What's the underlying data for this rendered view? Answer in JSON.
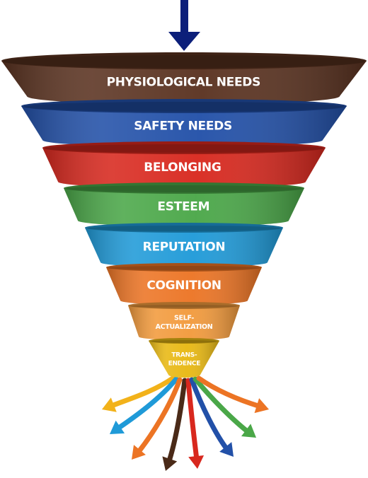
{
  "funnel": {
    "layers": [
      {
        "label_lines": [
          "PHYSIOLOGICAL NEEDS"
        ],
        "color": "#5a3220"
      },
      {
        "label_lines": [
          "SAFETY NEEDS"
        ],
        "color": "#2250a8"
      },
      {
        "label_lines": [
          "BELONGING"
        ],
        "color": "#d8281e"
      },
      {
        "label_lines": [
          "ESTEEM"
        ],
        "color": "#4aa748"
      },
      {
        "label_lines": [
          "REPUTATION"
        ],
        "color": "#1f9ad8"
      },
      {
        "label_lines": [
          "COGNITION"
        ],
        "color": "#ec7424"
      },
      {
        "label_lines": [
          "SELF-",
          "ACTUALIZATION"
        ],
        "color": "#f29a3c"
      },
      {
        "label_lines": [
          "TRANS-",
          "ENDENCE"
        ],
        "color": "#e8b812"
      }
    ],
    "input_arrow_color": "#0c1f7a",
    "output_arrows": [
      {
        "color": "#f2b21a",
        "icon": "arrow-icon"
      },
      {
        "color": "#1f9ad8",
        "icon": "arrow-icon"
      },
      {
        "color": "#ec7424",
        "icon": "arrow-icon"
      },
      {
        "color": "#4a2a18",
        "icon": "arrow-icon"
      },
      {
        "color": "#d8281e",
        "icon": "arrow-icon"
      },
      {
        "color": "#2250a8",
        "icon": "arrow-icon"
      },
      {
        "color": "#4aa748",
        "icon": "arrow-icon"
      },
      {
        "color": "#ec7424",
        "icon": "arrow-icon"
      }
    ]
  }
}
